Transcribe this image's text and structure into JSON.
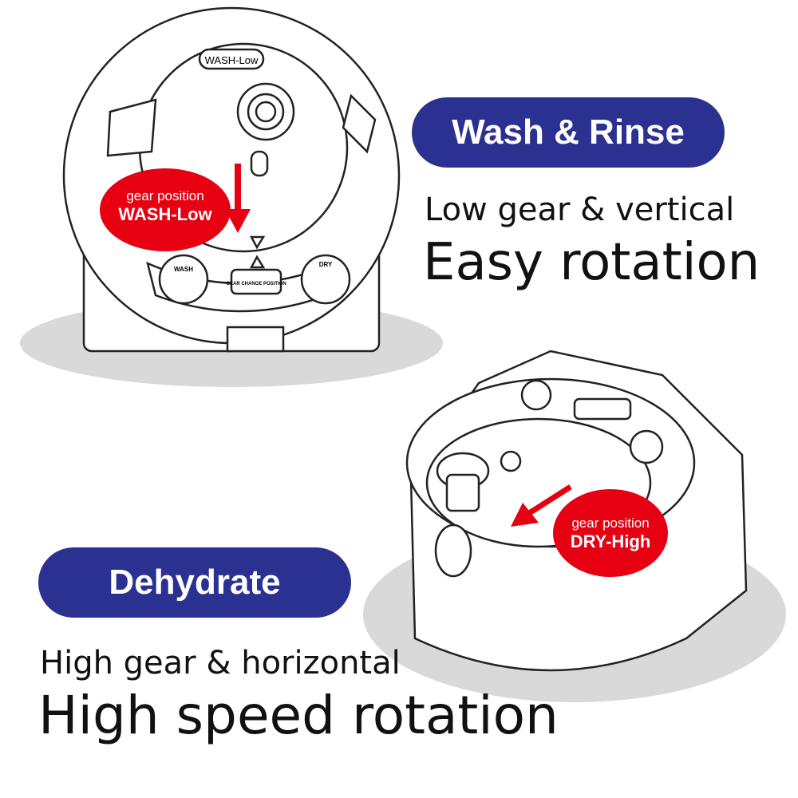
{
  "wash": {
    "pill_label": "Wash & Rinse",
    "line1": "Low gear & vertical",
    "line2": "Easy rotation",
    "device_lid_label": "WASH-Low",
    "badge_small": "gear position",
    "badge_big": "WASH-Low",
    "panel_left": "WASH",
    "panel_center": "GEAR CHANGE POSITION",
    "panel_right": "DRY"
  },
  "dry": {
    "pill_label": "Dehydrate",
    "line1": "High gear & horizontal",
    "line2": "High speed rotation",
    "badge_small": "gear position",
    "badge_big": "DRY-High"
  },
  "colors": {
    "navy": "#2b3190",
    "red": "#e60012",
    "shadow": "#d9d9d9"
  }
}
